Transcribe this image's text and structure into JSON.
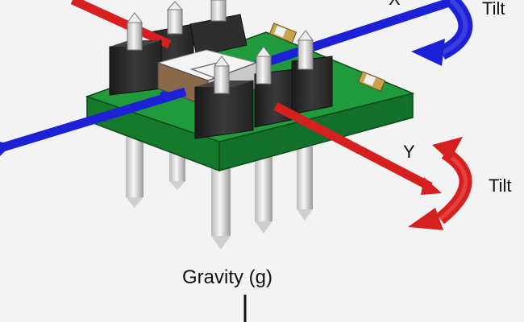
{
  "labels": {
    "x_axis": "X",
    "y_axis": "Y",
    "tilt_top": "Tilt",
    "tilt_right": "Tilt",
    "gravity": "Gravity (g)"
  },
  "colors": {
    "background": "#f3f3f3",
    "pcb_top": "#1f9a3c",
    "pcb_side": "#157a2c",
    "x_axis": "#1d21d6",
    "y_axis": "#d62020",
    "tilt_x_arrow": "#1d21d6",
    "tilt_y_arrow": "#d62020",
    "header_block": "#2b2b2b",
    "pin": "#dcdcdc",
    "sensor_chip": "#f4f4f4"
  },
  "icons": {
    "sensor_chip": "sensor-chip-icon",
    "header_pins": "header-pin-icon",
    "tilt_arrows": "curved-arrow-icon"
  }
}
